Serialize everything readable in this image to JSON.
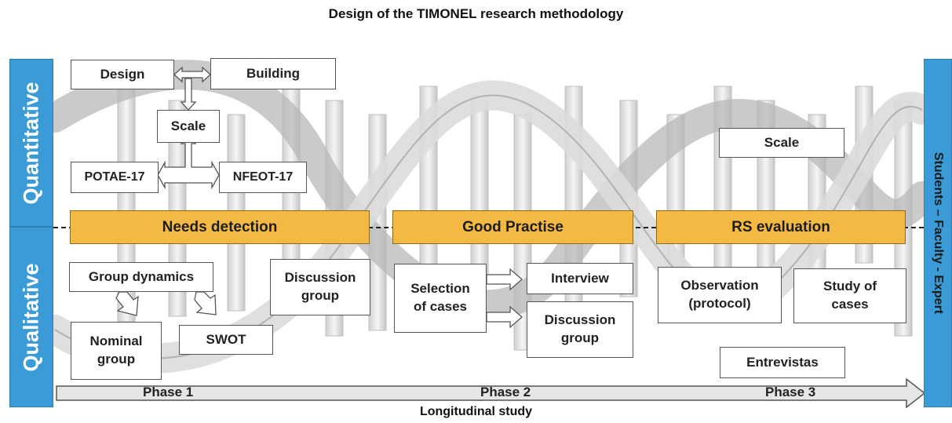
{
  "title": "Design of the TIMONEL research methodology",
  "axis": {
    "quantitative": "Quantitative",
    "qualitative": "Qualitative",
    "right": "Students – Faculty - Expert"
  },
  "quantitative": {
    "design": "Design",
    "building": "Building",
    "scale_left": "Scale",
    "potae": "POTAE-17",
    "nfeot": "NFEOT-17",
    "scale_right": "Scale"
  },
  "phases": {
    "needs_detection": "Needs detection",
    "good_practise": "Good Practise",
    "rs_evaluation": "RS evaluation"
  },
  "qualitative": {
    "group_dynamics": "Group dynamics",
    "nominal_group": "Nominal\ngroup",
    "swot": "SWOT",
    "discussion_group_1": "Discussion\ngroup",
    "selection_of_cases": "Selection\nof cases",
    "interview": "Interview",
    "discussion_group_2": "Discussion\ngroup",
    "observation": "Observation\n(protocol)",
    "study_of_cases": "Study of\ncases",
    "entrevistas": "Entrevistas"
  },
  "timeline": {
    "phase1": "Phase 1",
    "phase2": "Phase 2",
    "phase3": "Phase 3",
    "footer": "Longitudinal study"
  },
  "colors": {
    "side_bar": "#3a9bd6",
    "phase_bar": "#f4b942",
    "helix": "#d4d4d4"
  }
}
